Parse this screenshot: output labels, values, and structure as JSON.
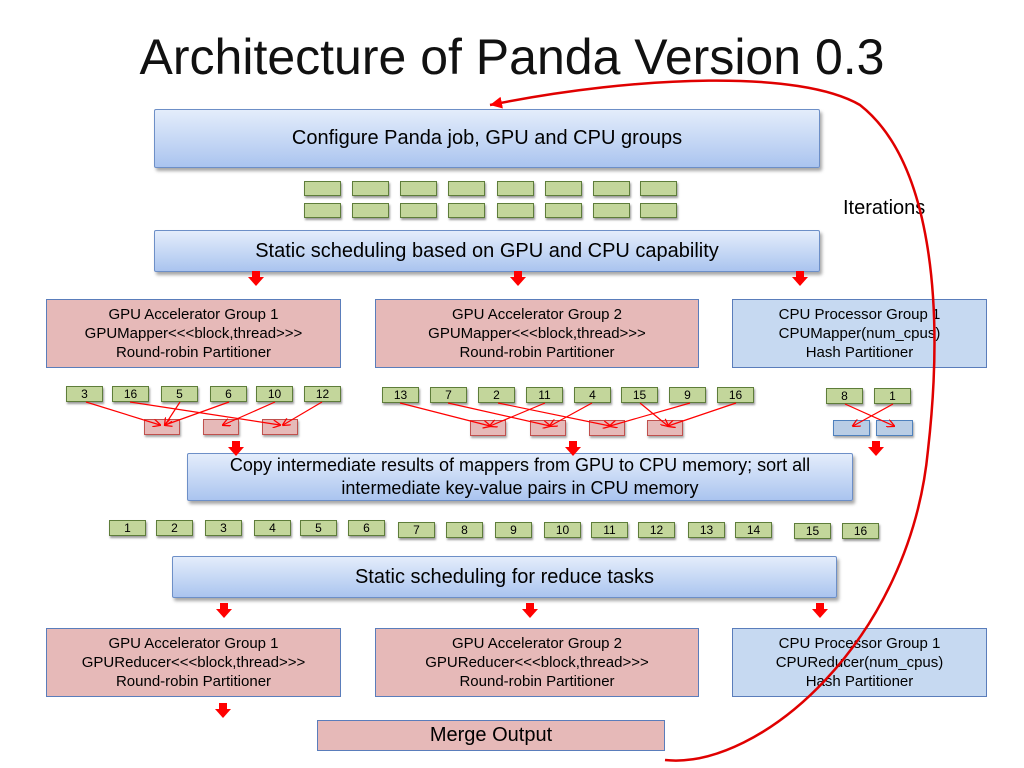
{
  "title": "Architecture of Panda Version 0.3",
  "configure": "Configure Panda job, GPU and CPU groups",
  "iterations": "Iterations",
  "static_sched_map": "Static scheduling based on GPU and CPU capability",
  "map_groups": [
    {
      "l1": "GPU Accelerator Group 1",
      "l2": "GPUMapper<<<block,thread>>>",
      "l3": "Round-robin Partitioner"
    },
    {
      "l1": "GPU Accelerator Group 2",
      "l2": "GPUMapper<<<block,thread>>>",
      "l3": "Round-robin Partitioner"
    },
    {
      "l1": "CPU Processor Group 1",
      "l2": "CPUMapper(num_cpus)",
      "l3": "Hash Partitioner"
    }
  ],
  "keys_g1": [
    "3",
    "16",
    "5",
    "6",
    "10",
    "12"
  ],
  "keys_g2": [
    "13",
    "7",
    "2",
    "11",
    "4",
    "15",
    "9",
    "16"
  ],
  "keys_g3": [
    "8",
    "1"
  ],
  "copy_sort": "Copy intermediate results of mappers from GPU to CPU memory; sort all intermediate key-value pairs in CPU memory",
  "sorted_keys": [
    "1",
    "2",
    "3",
    "4",
    "5",
    "6",
    "7",
    "8",
    "9",
    "10",
    "11",
    "12",
    "13",
    "14",
    "15",
    "16"
  ],
  "static_sched_reduce": "Static scheduling for reduce tasks",
  "reduce_groups": [
    {
      "l1": "GPU Accelerator Group 1",
      "l2": "GPUReducer<<<block,thread>>>",
      "l3": "Round-robin Partitioner"
    },
    {
      "l1": "GPU Accelerator Group 2",
      "l2": "GPUReducer<<<block,thread>>>",
      "l3": "Round-robin Partitioner"
    },
    {
      "l1": "CPU Processor Group 1",
      "l2": "CPUReducer(num_cpus)",
      "l3": "Hash Partitioner"
    }
  ],
  "merge": "Merge Output",
  "colors": {
    "accent_red": "#ff0000",
    "gpu_box": "#e6b9b8",
    "cpu_box": "#c6d9f1",
    "chip": "#c3d69b"
  }
}
